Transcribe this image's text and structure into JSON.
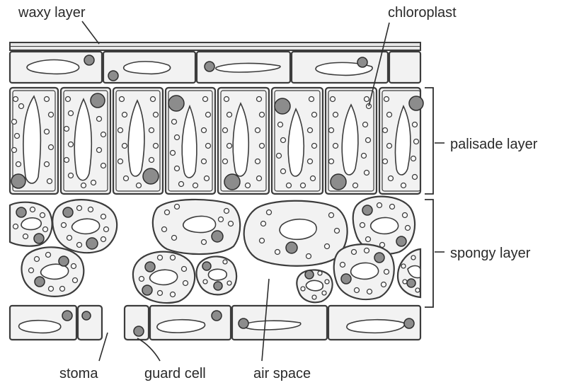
{
  "diagram": {
    "labels": {
      "waxy_layer": "waxy layer",
      "chloroplast": "chloroplast",
      "palisade_layer": "palisade layer",
      "spongy_layer": "spongy layer",
      "stoma": "stoma",
      "guard_cell": "guard cell",
      "air_space": "air space"
    }
  }
}
